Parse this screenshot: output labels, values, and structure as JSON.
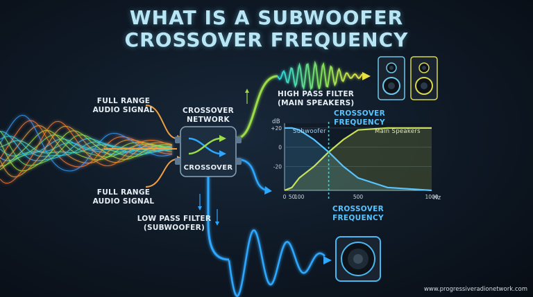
{
  "title": {
    "line1": "WHAT IS A SUBWOOFER",
    "line2": "CROSSOVER FREQUENCY"
  },
  "labels": {
    "input_top_1": "FULL RANGE",
    "input_top_2": "AUDIO SIGNAL",
    "input_bottom_1": "FULL RANGE",
    "input_bottom_2": "AUDIO SIGNAL",
    "network_1": "CROSSOVER",
    "network_2": "NETWORK",
    "box_label": "CROSSOVER",
    "high_pass_1": "HIGH PASS FILTER",
    "high_pass_2": "(MAIN SPEAKERS)",
    "low_pass_1": "LOW PASS FILTER",
    "low_pass_2": "(SUBWOOFER)",
    "chart_crossover_top_1": "CROSSOVER",
    "chart_crossover_top_2": "FREQUENCY",
    "chart_crossover_bottom_1": "CROSSOVER",
    "chart_crossover_bottom_2": "FREQUENCY",
    "website": "www.progressiveradionetwork.com"
  },
  "icons": {
    "speakers": [
      "speaker-icon",
      "speaker-icon"
    ],
    "subwoofer": "subwoofer-icon",
    "crossover": "crossover-arrows-icon"
  },
  "colors": {
    "subwoofer_line": "#58c4ff",
    "main_line": "#c8e05a",
    "high_path": "#9bdc4a",
    "low_path": "#2ea8ff",
    "input_arrow": "#f0a040",
    "crossover_marker": "#3ad6d0"
  },
  "chart_data": {
    "type": "line",
    "ylabel": "dB",
    "xlabel": "Hz",
    "x_ticks": [
      "0",
      "50",
      "100",
      "500",
      "1000"
    ],
    "y_ticks": [
      "+20",
      "0",
      "-20"
    ],
    "x_tick_values": [
      0,
      50,
      100,
      500,
      1000
    ],
    "y_tick_values": [
      20,
      0,
      -20
    ],
    "ylim": [
      -45,
      25
    ],
    "crossover_frequency": 300,
    "series": [
      {
        "name": "Subwoofer",
        "x": [
          0,
          50,
          100,
          200,
          300,
          400,
          500,
          700,
          1000
        ],
        "y": [
          20,
          20,
          18,
          8,
          -5,
          -20,
          -32,
          -42,
          -45
        ]
      },
      {
        "name": "Main Speakers",
        "x": [
          0,
          50,
          100,
          200,
          300,
          400,
          500,
          700,
          1000
        ],
        "y": [
          -45,
          -42,
          -32,
          -20,
          -5,
          8,
          18,
          20,
          20
        ]
      }
    ]
  }
}
